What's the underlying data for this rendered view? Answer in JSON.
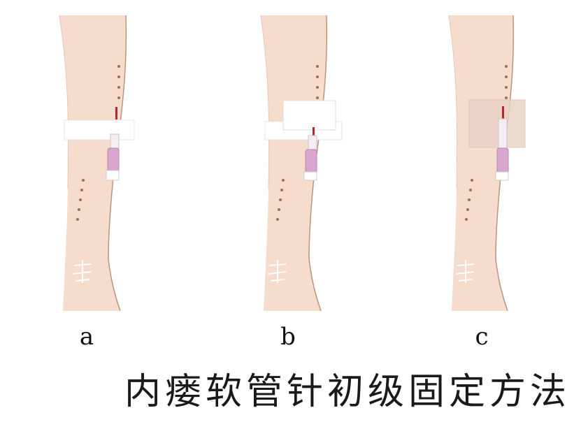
{
  "panels": [
    {
      "id": "a",
      "label": "a",
      "fixation": "transverse-tape"
    },
    {
      "id": "b",
      "label": "b",
      "fixation": "tape-with-gauze-pad"
    },
    {
      "id": "c",
      "label": "c",
      "fixation": "transparent-film-dressing"
    }
  ],
  "caption": "内瘘软管针初级固定方法",
  "colors": {
    "skin": "#f6dccd",
    "skin_edge": "#b8947f",
    "dot": "#a0704f",
    "tape": "#ffffff",
    "film": "#e9d2c6",
    "catheter_hub": "#d9a6cf"
  },
  "icons": [
    "arm-illustration",
    "catheter-icon",
    "puncture-dots",
    "vein-marks"
  ]
}
